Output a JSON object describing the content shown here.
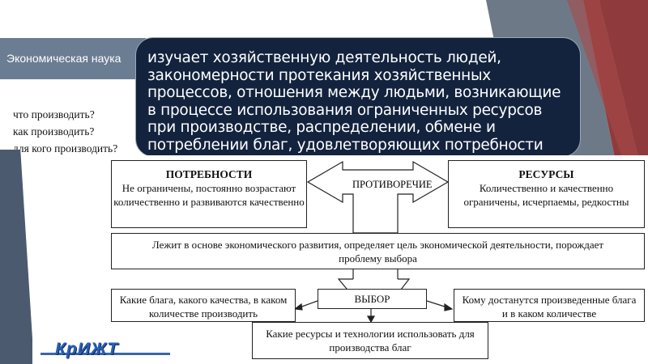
{
  "header": {
    "label": "Экономическая наука"
  },
  "definition": "изучает хозяйственную деятельность людей, закономерности протекания хозяйственных процессов, отношения между людьми, возникающие в процессе использования ограниченных ресурсов при производстве, распределении, обмене и потреблении благ, удовлетворяющих потребности",
  "questions": [
    "что производить?",
    "как производить?",
    "для кого производить?"
  ],
  "diagram": {
    "needs": {
      "title": "ПОТРЕБНОСТИ",
      "text": "Не ограничены, постоянно возрастают количественно и развиваются качественно"
    },
    "contradiction": "ПРОТИВОРЕЧИЕ",
    "resources": {
      "title": "РЕСУРСЫ",
      "text": "Количественно и качественно ограничены, исчерпаемы, редкостны"
    },
    "basis": "Лежит в основе экономического развития, определяет цель экономической деятельности, порождает проблему выбора",
    "choice": "ВЫБОР",
    "what": "Какие блага, какого качества, в каком количестве производить",
    "whom": "Кому достанутся произведенные блага и в каком количестве",
    "how": "Какие ресурсы и технологии использовать для производства благ"
  },
  "logo": "КрИЖТ",
  "colors": {
    "band": "#6b7d93",
    "box": "#13233e",
    "accent_red": "#8f3a3c",
    "gray": "#6e7987"
  }
}
